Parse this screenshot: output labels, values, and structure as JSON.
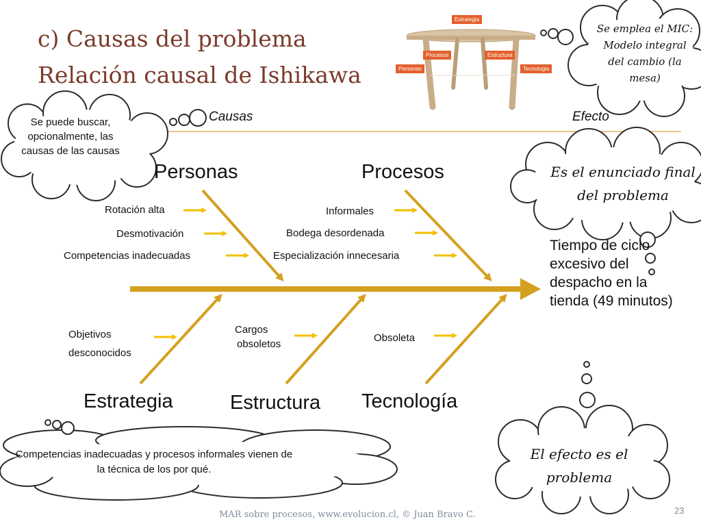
{
  "slide": {
    "title_line1": "c) Causas del problema",
    "title_line2": "Relación causal de Ishikawa",
    "footer": "MAR sobre procesos, www.evolucion.cl, © Juan Bravo C.",
    "page_number": "23"
  },
  "table_image": {
    "tags": {
      "estrategia": "Estrategia",
      "procesos": "Procesos",
      "estructura": "Estructura",
      "personas": "Personas",
      "tecnologia": "Tecnologia"
    }
  },
  "clouds": {
    "top_right": "Se emplea el MIC: Modelo integral del cambio (la mesa)",
    "left": "Se puede buscar, opcionalmente, las causas de las causas",
    "right_mid": "Es el enunciado final del problema",
    "bottom_left": "Competencias inadecuadas y procesos informales vienen de la técnica de los por qué.",
    "bottom_right": "El efecto es el problema"
  },
  "diagram": {
    "header_causas": "Causas",
    "header_efecto": "Efecto",
    "effect": "Tiempo de ciclo excesivo del despacho en la tienda (49 minutos)",
    "categories": {
      "personas": "Personas",
      "procesos": "Procesos",
      "estrategia": "Estrategia",
      "estructura": "Estructura",
      "tecnologia": "Tecnología"
    },
    "causes": {
      "personas": [
        "Rotación alta",
        "Desmotivación",
        "Competencias inadecuadas"
      ],
      "procesos": [
        "Informales",
        "Bodega desordenada",
        "Especialización innecesaria"
      ],
      "estrategia": [
        "Objetivos",
        "desconocidos"
      ],
      "estructura": [
        "Cargos",
        "obsoletos"
      ],
      "tecnologia": [
        "Obsoleta"
      ]
    },
    "colors": {
      "bone": "#d4a01f",
      "arrow": "#f2c000",
      "title": "#7a3b2b",
      "tag": "#e3602c"
    }
  }
}
